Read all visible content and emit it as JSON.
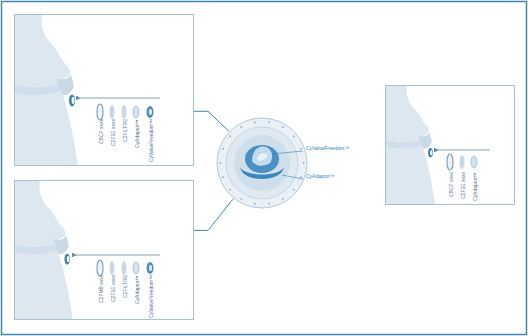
{
  "diagram": {
    "nodes": [
      {
        "text": [
          "CBCF xxxx",
          "C2F1E xxxx",
          "C2FILTRE",
          "CyAdaptor™",
          "CyValveFreedom™"
        ]
      },
      {
        "text": [
          "CyValveFreedom™",
          "CyAdaptor™"
        ]
      },
      {
        "text": [
          "CBCF xxxx",
          "C2F1E xxxx",
          "CyAdaptor™"
        ]
      },
      {
        "text": [
          "C2FMB xxxx",
          "C2F1E xxxx",
          "C2FILTRE",
          "CyAdaptor™",
          "CyValveFreedom™"
        ]
      }
    ],
    "edges": [
      {
        "from": 0,
        "to": 1,
        "arrow": "none"
      },
      {
        "from": 3,
        "to": 1,
        "arrow": "none"
      }
    ]
  }
}
